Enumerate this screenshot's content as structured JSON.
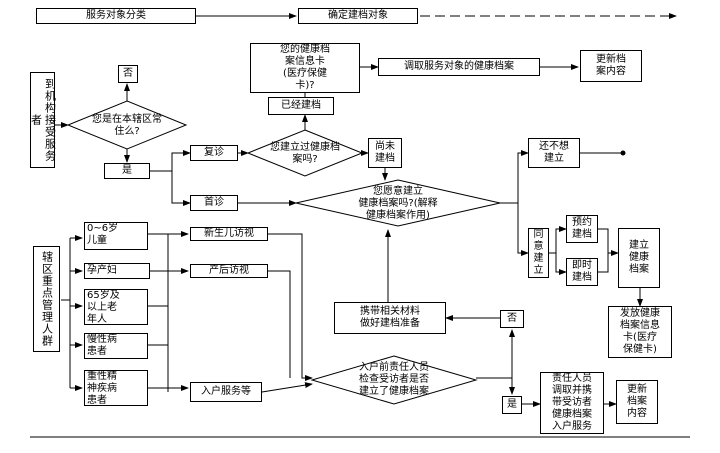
{
  "header": {
    "step1": "服务对象分类",
    "step2": "确定建档对象"
  },
  "left": {
    "arrival": "到机构接受服务者",
    "key_groups": "辖区重点管理人群"
  },
  "q_resident": {
    "no": "否",
    "question": "您是在本辖区常住么?",
    "yes": "是"
  },
  "branch": {
    "revisit": "复诊",
    "first_visit": "首诊"
  },
  "q_has_record": {
    "question": "您建立过健康档案吗?",
    "not_yet": "尚未建档",
    "already": "已经建档"
  },
  "card": {
    "line1": "您的健康档",
    "line2": "案信息卡",
    "line3": "(医疗保健",
    "line4": "卡)?"
  },
  "retrieve": "调取服务对象的健康档案",
  "update1": {
    "line1": "更新档",
    "line2": "案内容"
  },
  "q_willing": {
    "line1": "您愿意建立",
    "line2": "健康档案吗?(解释",
    "line3": "健康档案作用)"
  },
  "still_no": {
    "line1": "还不想",
    "line2": "建立"
  },
  "agree": "同意建立",
  "appointment": {
    "line1": "预约",
    "line2": "建档"
  },
  "immediate": {
    "line1": "即时",
    "line2": "建档"
  },
  "establish": "建立健康档案",
  "issue_card": {
    "line1": "发放健康",
    "line2": "档案信息",
    "line3": "卡(医疗",
    "line4": "保健卡)"
  },
  "groups": {
    "child": {
      "line1": "0~6岁",
      "line2": "儿童"
    },
    "pregnant": "孕产妇",
    "elderly": {
      "line1": "65岁及",
      "line2": "以上老",
      "line3": "年人"
    },
    "chronic": {
      "line1": "慢性病",
      "line2": "患者"
    },
    "mental": {
      "line1": "重性精",
      "line2": "神疾病",
      "line3": "患者"
    }
  },
  "visits": {
    "newborn": "新生儿访视",
    "postpartum": "产后访视",
    "home": "入户服务等"
  },
  "prepare": {
    "line1": "携带相关材料",
    "line2": "做好建档准备"
  },
  "no2": "否",
  "q_home": {
    "line1": "入户前责任人员",
    "line2": "检查受访者是否",
    "line3": "建立了健康档案"
  },
  "yes2": "是",
  "staff": {
    "line1": "责任人员",
    "line2": "调取并携",
    "line3": "带受访者",
    "line4": "健康档案",
    "line5": "入户服务"
  },
  "update2": {
    "line1": "更新",
    "line2": "档案",
    "line3": "内容"
  }
}
